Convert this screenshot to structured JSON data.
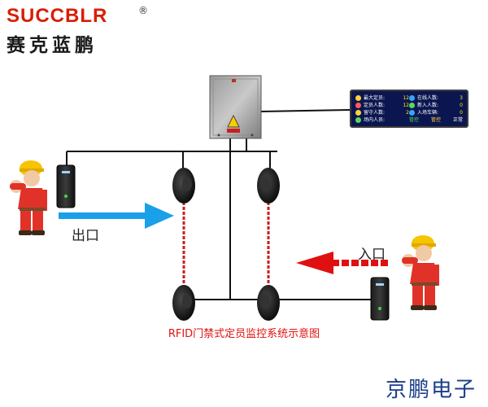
{
  "brand": {
    "en": "SUCCBLR",
    "reg": "®",
    "cn": "赛克蓝鹏"
  },
  "labels": {
    "exit": "出口",
    "entry": "入口",
    "caption": "RFID门禁式定员监控系统示意图",
    "footer": "京鹏电子"
  },
  "display": {
    "rows": [
      [
        {
          "label": "最大定员:",
          "value": "12",
          "icon": "#ffd23b"
        },
        {
          "label": "在线人数:",
          "value": "3",
          "icon": "#3aa3ff"
        }
      ],
      [
        {
          "label": "定员人数:",
          "value": "12",
          "icon": "#ff5a5a"
        },
        {
          "label": "新入人数:",
          "value": "0",
          "icon": "#5ad85a"
        }
      ],
      [
        {
          "label": "留守人数:",
          "value": "2",
          "icon": "#ffd23b"
        },
        {
          "label": "入场车辆:",
          "value": "0",
          "icon": "#3aa3ff"
        }
      ],
      [
        {
          "label": "场内人员:",
          "value": "",
          "icon": "#5ad85a"
        },
        {
          "label": "",
          "value": "",
          "icon": ""
        }
      ]
    ],
    "status_left": "管控",
    "status_mid": "管控",
    "status_right": "正常"
  },
  "colors": {
    "arrow_exit": "#1aa0e8",
    "arrow_entry": "#e01010",
    "beam": "#c81e1e",
    "worker_suit": "#e03228",
    "helmet": "#f6c400"
  },
  "icons": [
    "worker-icon",
    "card-reader-icon",
    "infrared-detector-icon",
    "control-box-icon",
    "led-display-icon"
  ]
}
